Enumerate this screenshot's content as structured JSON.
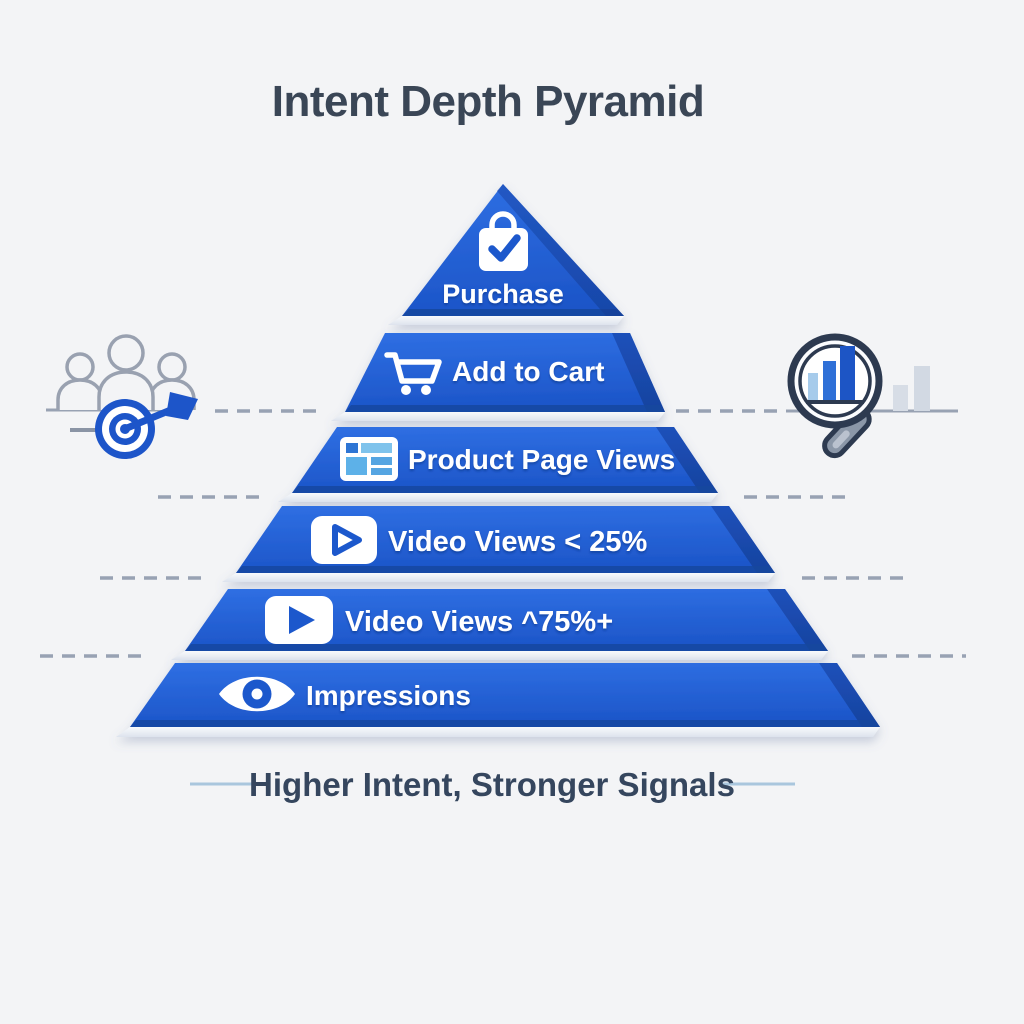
{
  "title": "Intent Depth Pyramid",
  "caption": "Higher Intent, Stronger Signals",
  "pyramid": {
    "levels": [
      {
        "label": "Purchase",
        "icon": "shopping-bag-check-icon"
      },
      {
        "label": "Add to Cart",
        "icon": "shopping-cart-icon"
      },
      {
        "label": "Product Page Views",
        "icon": "product-page-icon"
      },
      {
        "label": "Video Views < 25%",
        "icon": "video-play-outline-icon"
      },
      {
        "label": "Video Views ^75%+",
        "icon": "video-play-solid-icon"
      },
      {
        "label": "Impressions",
        "icon": "eye-icon"
      }
    ]
  },
  "decorations": {
    "left": [
      "audience-icon",
      "target-arrow-icon"
    ],
    "right": [
      "magnifier-icon",
      "bar-chart-icon"
    ]
  },
  "colors": {
    "background": "#f3f4f6",
    "pyramid_blue": "#2263d6",
    "pyramid_blue_dark": "#17479e",
    "icon_blue": "#1d58cc",
    "title_text": "#3a4656",
    "caption_text": "#35465e",
    "dash_gray": "#98a2b3",
    "caption_line": "#a9c6dd",
    "magnifier_rim": "#2d3a50"
  }
}
